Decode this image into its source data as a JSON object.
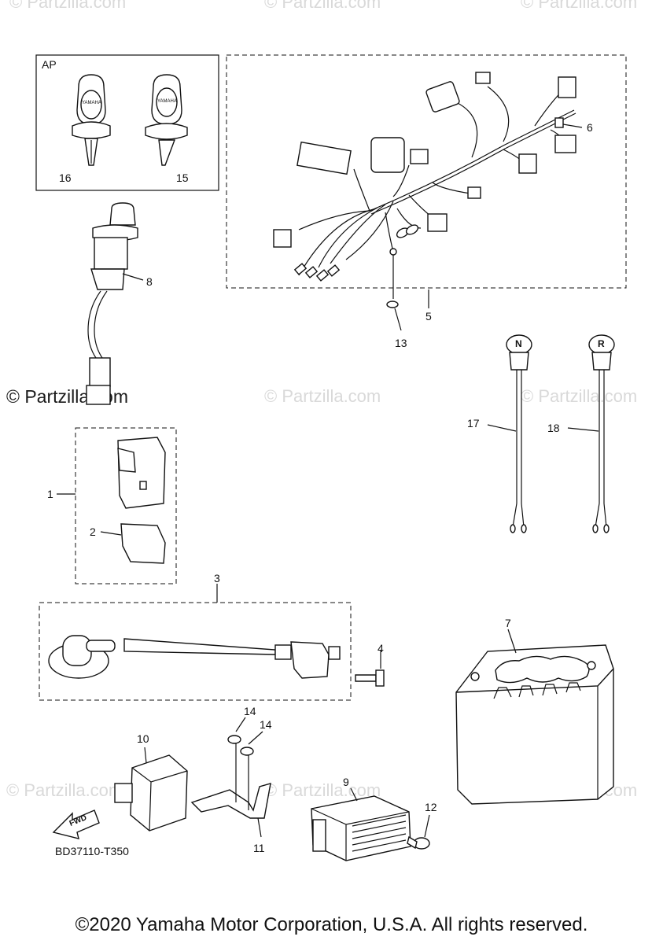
{
  "watermarks": {
    "top_left": "© Partzilla.com",
    "top_center": "© Partzilla.com",
    "top_right": "© Partzilla.com",
    "mid_left": "© Partzilla.com",
    "mid_center": "© Partzilla.com",
    "mid_right": "© Partzilla.com",
    "low_left": "© Partzilla.com",
    "low_center": "© Partzilla.com",
    "low_right": "© Partzilla.com"
  },
  "diagram": {
    "ap_label": "AP",
    "callouts": {
      "p1": "1",
      "p2": "2",
      "p3": "3",
      "p4": "4",
      "p5": "5",
      "p6": "6",
      "p7": "7",
      "p8": "8",
      "p9": "9",
      "p10": "10",
      "p11": "11",
      "p12": "12",
      "p13": "13",
      "p14a": "14",
      "p14b": "14",
      "p15": "15",
      "p16": "16",
      "p17": "17",
      "p18": "18"
    },
    "key_brand": "YAMAHA",
    "switch_letters": {
      "neutral": "N",
      "reverse": "R"
    },
    "fwd_label": "FWD",
    "drawing_code": "BD37110-T350"
  },
  "footer": {
    "copyright": "©2020 Yamaha Motor Corporation, U.S.A. All rights reserved."
  },
  "colors": {
    "line": "#111111",
    "watermark": "#d9d9d9",
    "background": "#ffffff"
  }
}
